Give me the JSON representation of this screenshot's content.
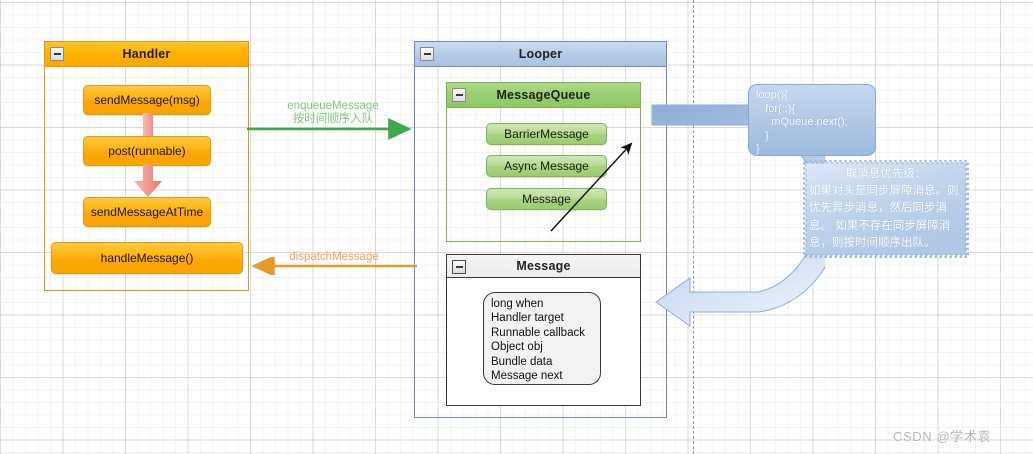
{
  "diagram": {
    "title": "Android Handler / Looper / MessageQueue flow"
  },
  "handler": {
    "title": "Handler",
    "collapse_icon": "minus-icon",
    "steps": [
      {
        "label": "sendMessage(msg)"
      },
      {
        "label": "post(runnable)"
      },
      {
        "label": "sendMessageAtTime"
      }
    ],
    "callback": "handleMessage()",
    "color": "#FFB300"
  },
  "looper": {
    "title": "Looper",
    "collapse_icon": "minus-icon",
    "color": "#A9C2E2",
    "message_queue": {
      "title": "MessageQueue",
      "collapse_icon": "minus-icon",
      "color": "#9BCF72",
      "items": [
        {
          "label": "BarrierMessage"
        },
        {
          "label": "Async Message"
        },
        {
          "label": "Message"
        }
      ]
    },
    "message": {
      "title": "Message",
      "collapse_icon": "minus-icon",
      "fields": [
        "long when",
        "Handler target",
        "Runnable callback",
        "Object obj",
        "Bundle data",
        "Message next"
      ]
    }
  },
  "connectors": {
    "enqueue": {
      "line1": "enqueueMessage",
      "line2": "按时间顺序入队",
      "color": "#3FA94C",
      "label_color": "#7DC97F"
    },
    "dispatch": {
      "line1": "dispatchMessage",
      "color": "#E49B2C",
      "label_color": "#F0A35E"
    },
    "loop_arrow": {
      "color": "#A9C2E2"
    }
  },
  "code_callout": {
    "text": "loop(){\n   for(;;){\n     mQueue.next();\n   }\n}",
    "color": "#A9C2E2"
  },
  "note_callout": {
    "title": "取消息优先级：",
    "lines": [
      "如果对头是同步屏障消息。则优先异步消息，然后同步消息。",
      "如果不存在同步屏障消息，则按时间顺序出队。"
    ],
    "color": "#B8CFEA"
  },
  "watermark": {
    "text": "CSDN @学术袁"
  }
}
